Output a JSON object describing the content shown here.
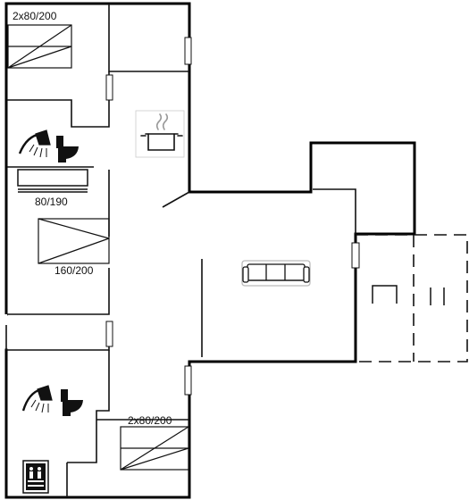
{
  "labels": {
    "bed_top_left": "2x80/200",
    "bed_bunk": "80/190",
    "bed_double": "160/200",
    "bed_bottom_right": "2x80/200"
  },
  "icons": [
    "shower-icon",
    "toilet-icon",
    "cooking-pot-icon",
    "sofa-icon",
    "shower-icon",
    "toilet-icon",
    "sauna-icon",
    "table-icon",
    "chair-icon"
  ],
  "colors": {
    "wall": "#000000",
    "line": "#111111",
    "background": "#ffffff"
  }
}
